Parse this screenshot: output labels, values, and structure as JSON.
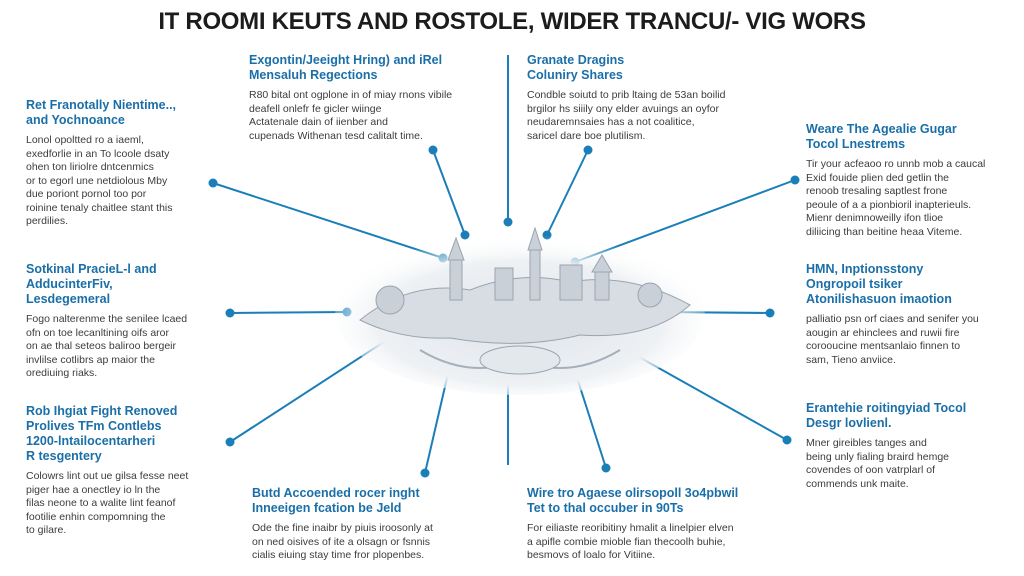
{
  "title": "IT ROOMI KEUTS AND ROSTOLE, WIDER TRANCU/- VIG WORS",
  "blocks": [
    {
      "heading": "Exgontin/Jeeight Hring) and iRel\nMensaluh Regections",
      "body": "R80 bital ont ogplone in of miay rnons vibile\ndeafell onlefr fe gicler wiinge\nActatenale dain of iienber and\ncupenads Withenan tesd calitalt time."
    },
    {
      "heading": "Granate Dragins\nColuniry Shares",
      "body": "Condble soiutd to prib ltaing de 53an boilid\nbrgilor hs siiily ony elder avuings an oyfor\nneudaremnsaies has a not coalitice,\nsaricel dare boe plutilism."
    },
    {
      "heading": "Ret Franotally Nientime..,\nand Yochnoance",
      "body": "Lonol opoltted ro a iaeml,\nexedforlie in an To lcoole dsaty\nohen ton liriolre dntcenmics\nor to egorl une netdiolous Mby\ndue poriont pornol too por\nroinine tenaly chaitlee stant this\nperdilies."
    },
    {
      "heading": "Weare The Agealie Gugar\nTocol Lnestrems",
      "body": "Tir your acfeaoo ro unnb mob a caucal\nExid fouide plien ded getlin the\nrenoob tresaling saptlest frone\npeoule of a a pionbioril inapterieuls.\nMienr denimnoweilly ifon tlioe\ndiliicing than beitine heaa Viteme."
    },
    {
      "heading": "Sotkinal PracieL‑l and\nAdducinterFiv,\nLesdegemeral",
      "body": "Fogo nalterenme the senilee lcaed\nofn on toe lecanltining oifs aror\non ae thal seteos baliroo bergeir\ninvlilse cotlibrs ap maior the\norediuing riaks."
    },
    {
      "heading": "HMN, Inptionsstony\nOngropoil tsiker\nAtonilishasuon imaotion",
      "body": "palliatio psn orf ciaes and senifer you\naougin ar ehinclees and ruwii fire\ncorooucine mentsanlaio finnen to\nsam, Tieno anviice."
    },
    {
      "heading": "Rob Ihgiat Fight Renoved\nProlives TFm Contlebs\n1200-lntailocentarheri\nR tesgentery",
      "body": "Colowrs lint out ue gilsa fesse neet\npiger hae a onectley io ln the\nfilas neone to a walite lint feanof\nfootilie enhin compomning the\nto gilare."
    },
    {
      "heading": "Erantehie roitingyiad Tocol\nDesgr lovlienl.",
      "body": "Mner gireibles tanges and\nbeing unly fialing braird hemge\ncovendes of oon vatrplarl of\ncommends unk maite."
    },
    {
      "heading": "Butd Accoended rocer inght\nInneeigen fcation be Jeld",
      "body": "Ode the fine inaibr by piuis iroosonly at\non ned oisives of ite a olsagn or fsnnis\ncialis eiuing stay time fror plopenbes."
    },
    {
      "heading": "Wire tro Agaese olirsopoll 3o4pbwil\nTet to thal occuber in 90Ts",
      "body": "For eiliaste reoribitiny hmalit a linelpier elven\na apifle combie mioble fian thecoolh buhie,\nbesmovs of loalo for Vitiine."
    }
  ]
}
